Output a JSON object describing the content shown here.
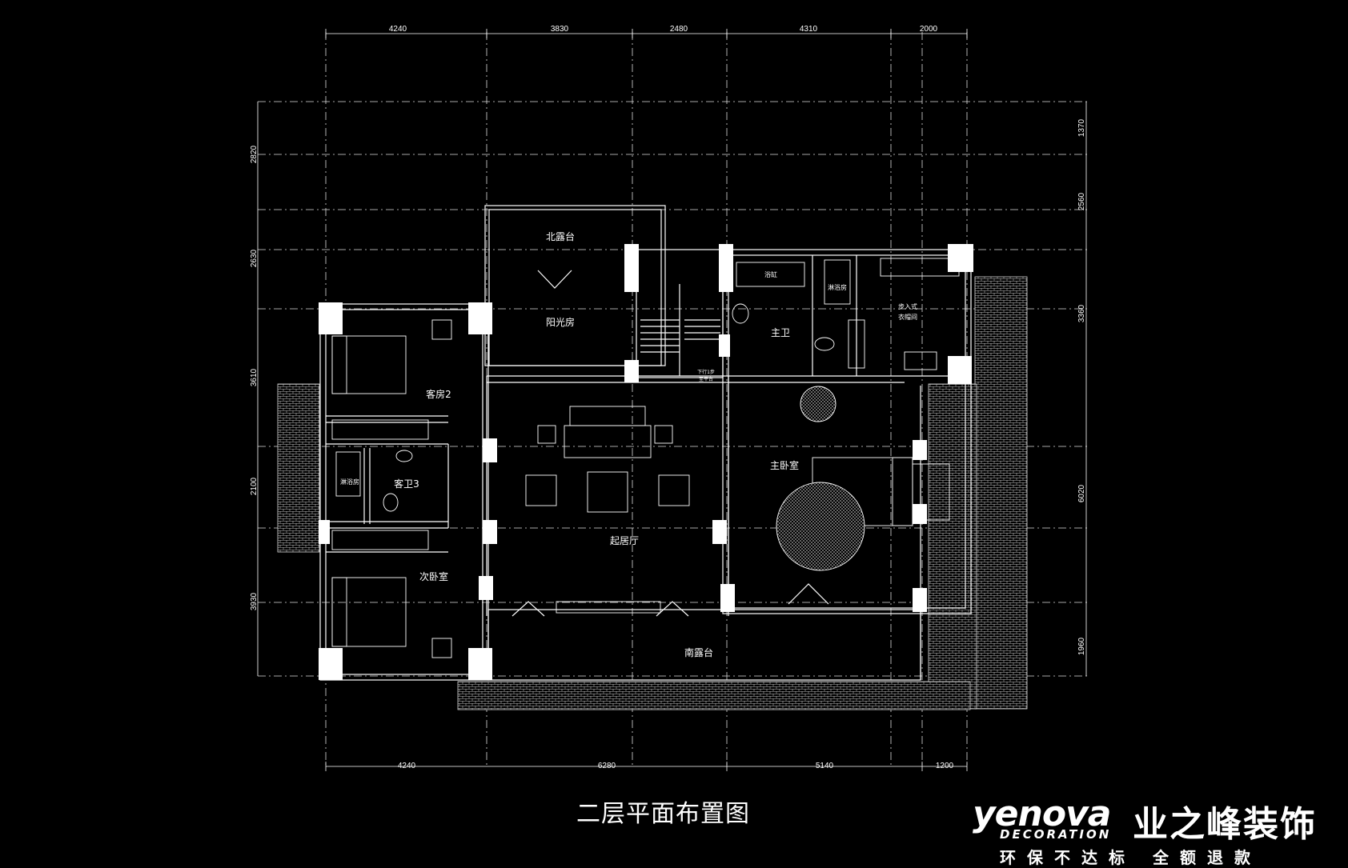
{
  "title": "二层平面布置图",
  "dimensions": {
    "top": [
      "4240",
      "3830",
      "2480",
      "4310",
      "2000"
    ],
    "bottom": [
      "4240",
      "6280",
      "5140",
      "1200"
    ],
    "left": [
      "2820",
      "2630",
      "3610",
      "2100",
      "3930"
    ],
    "right": [
      "1370",
      "2560",
      "3360",
      "6020",
      "1960"
    ]
  },
  "rooms": {
    "north_terrace": "北露台",
    "sunroom": "阳光房",
    "bathtub": "浴缸",
    "shower_main": "淋浴房",
    "walk_in_closet_1": "步入式",
    "walk_in_closet_2": "衣帽间",
    "master_bath": "主卫",
    "guest_room_2": "客房2",
    "shower_guest": "淋浴房",
    "guest_bath_3": "客卫3",
    "master_bedroom": "主卧室",
    "living_hall": "起居厅",
    "second_bedroom": "次卧室",
    "south_terrace": "南露台",
    "stair_note_1": "下行1步",
    "stair_note_2": "至平台"
  },
  "logo": {
    "en": "yenova",
    "decoration": "DECORATION",
    "cn": "业之峰装饰",
    "slogan": "环保不达标 全额退款"
  }
}
